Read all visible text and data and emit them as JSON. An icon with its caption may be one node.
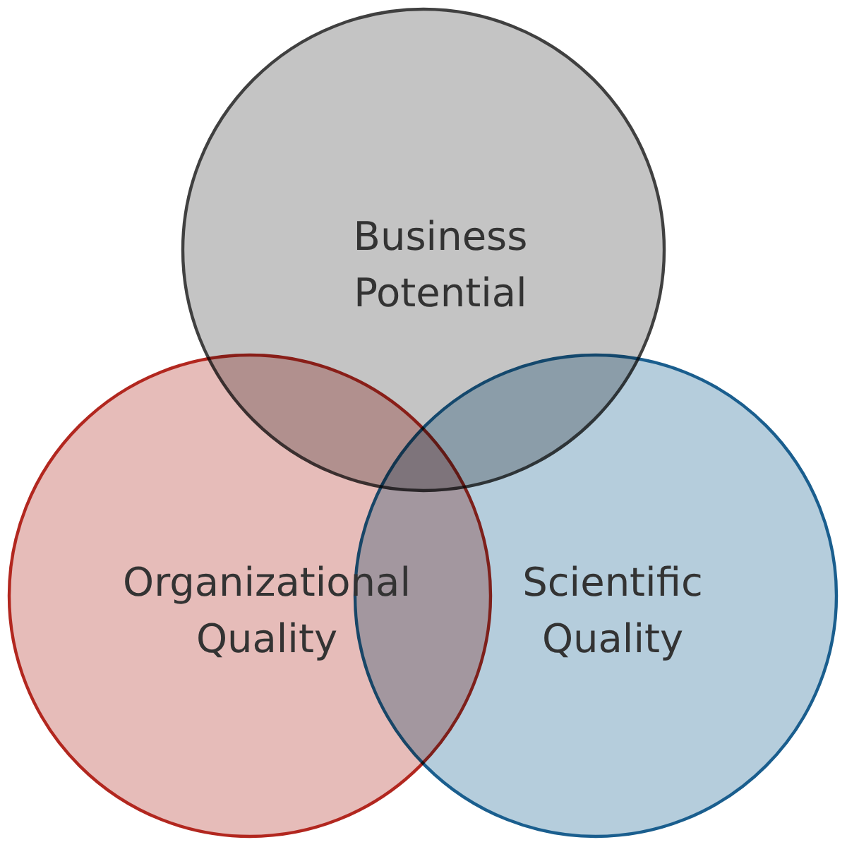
{
  "diagram": {
    "nodes": [
      {
        "text": [
          "Business Potential"
        ]
      },
      {
        "text": [
          "Organizational Quality"
        ]
      },
      {
        "text": [
          "Scientific Quality"
        ]
      }
    ],
    "edges": []
  }
}
